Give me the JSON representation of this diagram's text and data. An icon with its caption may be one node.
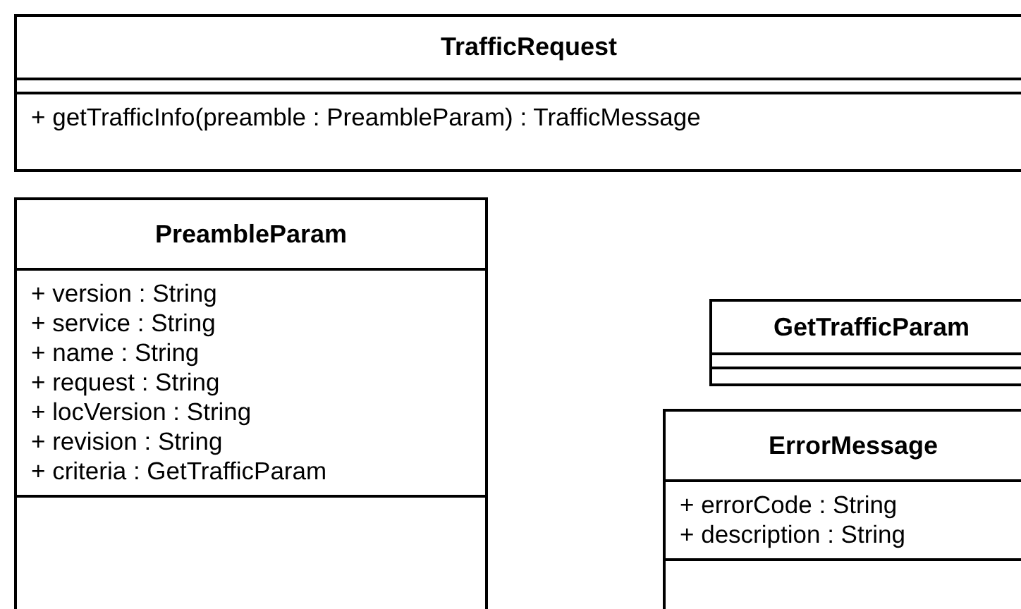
{
  "diagram": {
    "nodes": [
      {
        "text": [
          "TrafficRequest",
          "+ getTrafficInfo(preamble : PreambleParam) : TrafficMessage"
        ]
      },
      {
        "text": [
          "PreambleParam",
          "+ version : String",
          "+ service : String",
          "+ name : String",
          "+ request : String",
          "+ locVersion : String",
          "+ revision : String",
          "+ criteria : GetTrafficParam"
        ]
      },
      {
        "text": [
          "GetTrafficParam"
        ]
      },
      {
        "text": [
          "ErrorMessage",
          "+ errorCode : String",
          "+ description : String"
        ]
      }
    ]
  }
}
